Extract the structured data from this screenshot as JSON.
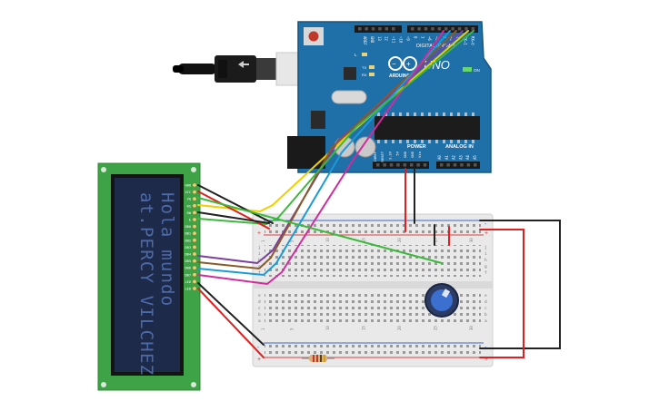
{
  "arduino": {
    "logo_text": "UNO",
    "brand": "ARDUINO",
    "header_digital": "DIGITAL (PWM~)",
    "header_power": "POWER",
    "header_analog": "ANALOG IN",
    "on_label": "ON",
    "led_l": "L",
    "led_tx": "TX",
    "led_rx": "RX",
    "power_pins": [
      "IOREF",
      "RESET",
      "3.3V",
      "5V",
      "GND",
      "GND",
      "Vin"
    ],
    "analog_pins": [
      "A0",
      "A1",
      "A2",
      "A3",
      "A4",
      "A5"
    ],
    "digital_pins": [
      "AREF",
      "GND",
      "13",
      "12",
      "~11",
      "~10",
      "~9",
      "8",
      "7",
      "~6",
      "~5",
      "4",
      "~3",
      "2",
      "TX→1",
      "RX←0"
    ]
  },
  "lcd": {
    "line1": "Hola mundo",
    "line2": "at.PERCY VILCHEZ",
    "pin_labels": [
      "GND",
      "VCC",
      "V0",
      "RS",
      "RW",
      "E",
      "DB0",
      "DB1",
      "DB2",
      "DB3",
      "DB4",
      "DB5",
      "DB6",
      "DB7",
      "LED",
      "LED"
    ]
  },
  "breadboard": {
    "rail_plus": "+",
    "rail_minus": "-",
    "row_letters_top": [
      "j",
      "i",
      "h",
      "g",
      "f"
    ],
    "row_letters_bottom": [
      "e",
      "d",
      "c",
      "b",
      "a"
    ],
    "column_numbers": [
      "1",
      "5",
      "10",
      "15",
      "20",
      "25",
      "30"
    ]
  },
  "colors": {
    "arduino_blue": "#1f6fa8",
    "lcd_green": "#3ea346",
    "lcd_screen": "#1e2a4a",
    "lcd_text": "#4d6aa8",
    "wire_yellow": "#f0d000",
    "wire_green": "#3cb93c",
    "wire_purple": "#7b3fa0",
    "wire_brown": "#8a5a2b",
    "wire_blue": "#1a9ad6",
    "wire_magenta": "#d02c9c",
    "wire_red": "#e02020",
    "wire_black": "#222222"
  }
}
